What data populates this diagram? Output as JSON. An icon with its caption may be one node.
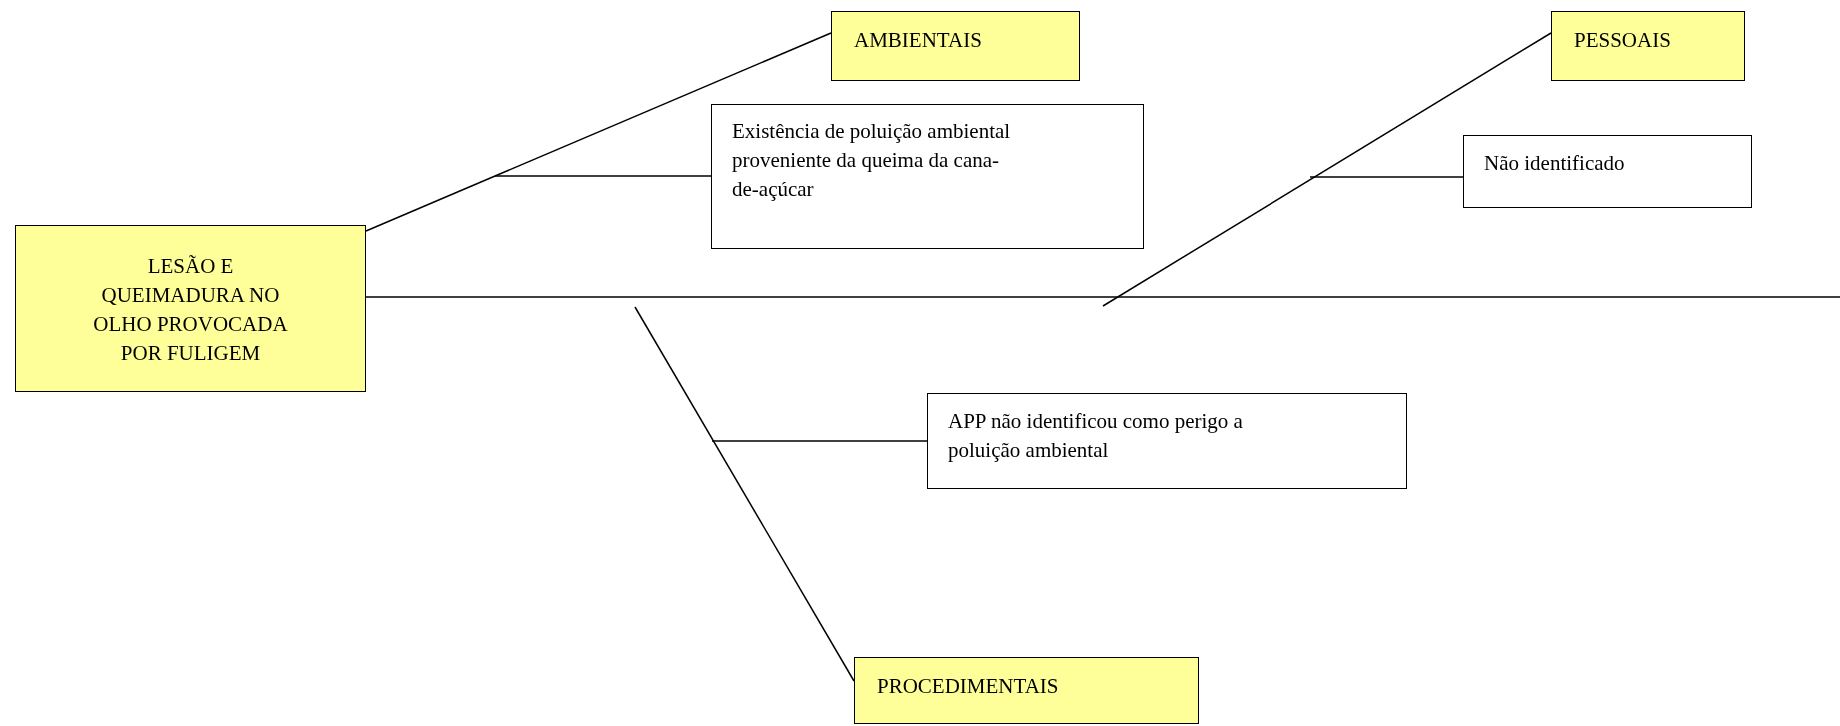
{
  "diagram": {
    "nodes": [
      {
        "text": [
          "LESÃO E QUEIMADURA NO OLHO PROVOCADA POR FULIGEM"
        ]
      },
      {
        "text": [
          "AMBIENTAIS"
        ]
      },
      {
        "text": [
          "Existência de poluição ambiental proveniente da queima da cana-de-açúcar"
        ]
      },
      {
        "text": [
          "PESSOAIS"
        ]
      },
      {
        "text": [
          "Não identificado"
        ]
      },
      {
        "text": [
          "APP não identificou como perigo a poluição ambiental"
        ]
      },
      {
        "text": [
          "PROCEDIMENTAIS"
        ]
      }
    ],
    "edges": [
      {
        "from": 0,
        "to": null,
        "arrow": "none"
      },
      {
        "from": 1,
        "to": 0,
        "arrow": "none"
      },
      {
        "from": 2,
        "to": null,
        "arrow": "none"
      },
      {
        "from": 3,
        "to": null,
        "arrow": "none"
      },
      {
        "from": 4,
        "to": null,
        "arrow": "none"
      },
      {
        "from": 6,
        "to": null,
        "arrow": "none"
      },
      {
        "from": 5,
        "to": null,
        "arrow": "none"
      }
    ]
  }
}
